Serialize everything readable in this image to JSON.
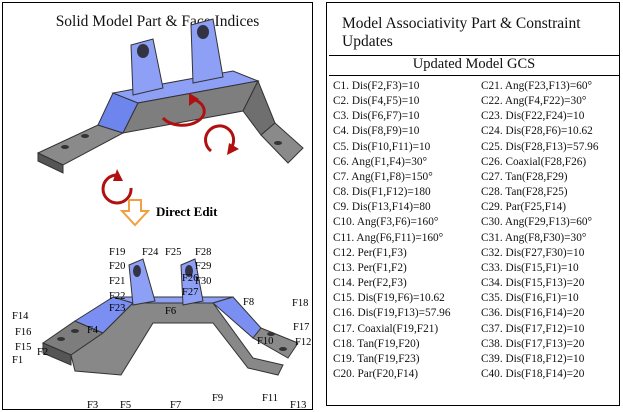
{
  "left_panel": {
    "title": "Solid Model Part & Face Indices",
    "edit_label": "Direct Edit",
    "face_labels": [
      "F1",
      "F2",
      "F3",
      "F4",
      "F5",
      "F6",
      "F7",
      "F8",
      "F9",
      "F10",
      "F11",
      "F12",
      "F13",
      "F14",
      "F15",
      "F16",
      "F17",
      "F18",
      "F19",
      "F20",
      "F21",
      "F22",
      "F23",
      "F24",
      "F25",
      "F26",
      "F27",
      "F28",
      "F29",
      "F30"
    ]
  },
  "right_panel": {
    "title": "Model Associativity Part & Constraint Updates",
    "table_title": "Updated Model GCS",
    "constraints_col1": [
      "C1.  Dis(F2,F3)=10",
      "C2.  Dis(F4,F5)=10",
      "C3.  Dis(F6,F7)=10",
      "C4.  Dis(F8,F9)=10",
      "C5.  Dis(F10,F11)=10",
      "C6.  Ang(F1,F4)=30°",
      "C7.  Ang(F1,F8)=150°",
      "C8.  Dis(F1,F12)=180",
      "C9.  Dis(F13,F14)=80",
      "C10. Ang(F3,F6)=160°",
      "C11. Ang(F6,F11)=160°",
      "C12. Per(F1,F3)",
      "C13. Per(F1,F2)",
      "C14. Per(F2,F3)",
      "C15. Dis(F19,F6)=10.62",
      "C16. Dis(F19,F13)=57.96",
      "C17. Coaxial(F19,F21)",
      "C18. Tan(F19,F20)",
      "C19. Tan(F19,F23)",
      "C20. Par(F20,F14)"
    ],
    "constraints_col2": [
      "C21.  Ang(F23,F13)=60°",
      "C22.  Ang(F4,F22)=30°",
      "C23.  Dis(F22,F24)=10",
      "C24.  Dis(F28,F6)=10.62",
      "C25.  Dis(F28,F13)=57.96",
      "C26.  Coaxial(F28,F26)",
      "C27.  Tan(F28,F29)",
      "C28.  Tan(F28,F25)",
      "C29.  Par(F25,F14)",
      "C30.  Ang(F29,F13)=60°",
      "C31.  Ang(F8,F30)=30°",
      "C32.  Dis(F27,F30)=10",
      "C33.  Dis(F15,F1)=10",
      "C34.  Dis(F15,F13)=20",
      "C35.  Dis(F16,F1)=10",
      "C36.  Dis(F16,F14)=20",
      "C37.  Dis(F17,F12)=10",
      "C38.  Dis(F17,F13)=20",
      "C39.  Dis(F18,F12)=10",
      "C40.  Dis(F18,F14)=20"
    ]
  },
  "colors": {
    "face_blue": "#7b8ff3",
    "body_gray": "#8a8a8a",
    "arrow_red": "#b01010",
    "edit_arrow": "#f0a040"
  }
}
